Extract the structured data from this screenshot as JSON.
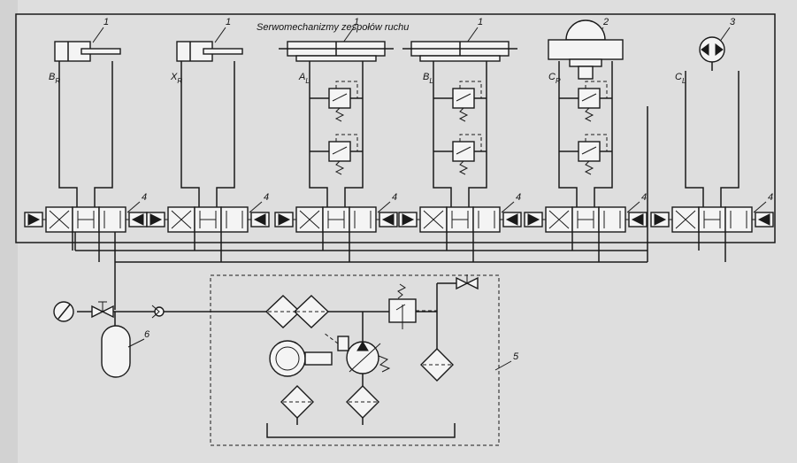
{
  "title": "Serwomechanizmy zespołów ruchu",
  "actuators": [
    {
      "label": "B",
      "sub": "R",
      "callout": "1"
    },
    {
      "label": "X",
      "sub": "R",
      "callout": "1"
    },
    {
      "label": "A",
      "sub": "L",
      "callout": "1"
    },
    {
      "label": "B",
      "sub": "L",
      "callout": "1"
    },
    {
      "label": "C",
      "sub": "R",
      "callout": "2"
    },
    {
      "label": "C",
      "sub": "L",
      "callout": "3"
    }
  ],
  "valve_callout": "4",
  "power_unit_callout": "5",
  "accumulator_callout": "6",
  "colors": {
    "line": "#1a1a1a",
    "paper": "#dedede"
  }
}
